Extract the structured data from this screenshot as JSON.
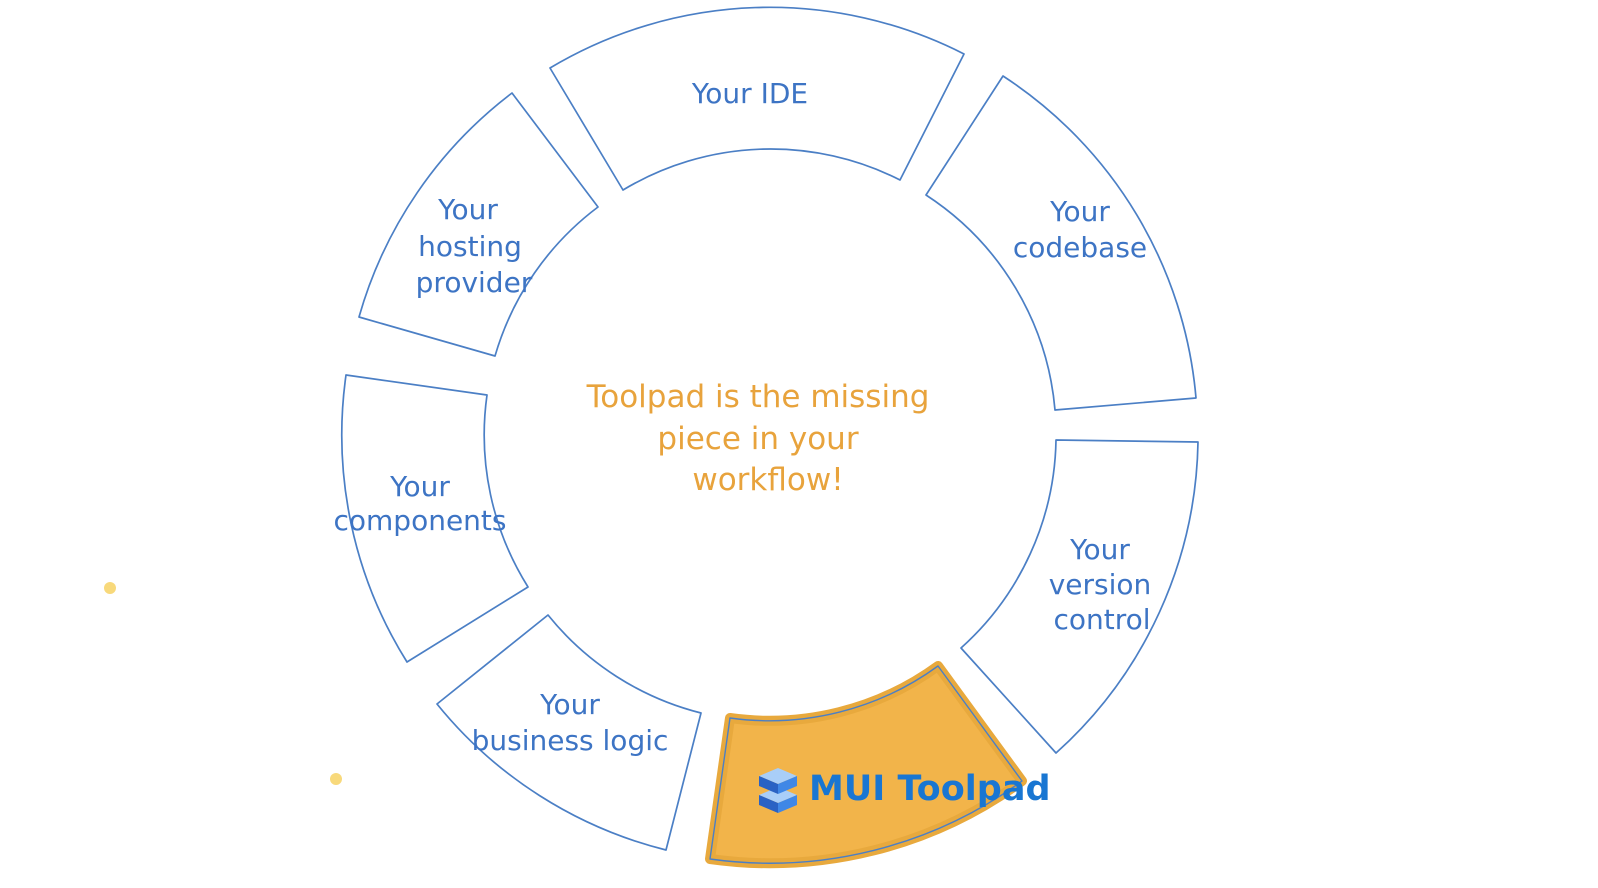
{
  "colors": {
    "background": "#ffffff",
    "segment_stroke": "#4b7fc5",
    "label_blue": "#3d74c4",
    "center_orange": "#e8a33c",
    "toolpad_fill": "#f2b44a",
    "toolpad_fill_edge": "#e8a93d",
    "logo_text_blue": "#1976d2",
    "logo_top": "#a9cef8",
    "logo_left": "#2a62c4",
    "logo_right": "#3f87e6",
    "dot_yellow": "#f8d97b"
  },
  "center_caption": {
    "lines": [
      "Toolpad is the missing",
      "piece in your",
      "workflow!"
    ]
  },
  "segments": [
    {
      "id": "ide",
      "lines": [
        "Your IDE"
      ]
    },
    {
      "id": "codebase",
      "lines": [
        "Your",
        "codebase"
      ]
    },
    {
      "id": "version-control",
      "lines": [
        "Your",
        "version",
        "control"
      ]
    },
    {
      "id": "toolpad",
      "label": "MUI Toolpad",
      "highlighted": true
    },
    {
      "id": "business-logic",
      "lines": [
        "Your",
        "business logic"
      ]
    },
    {
      "id": "components",
      "lines": [
        "Your",
        "components"
      ]
    },
    {
      "id": "hosting-provider",
      "lines": [
        "Your",
        "hosting",
        "provider"
      ]
    }
  ]
}
